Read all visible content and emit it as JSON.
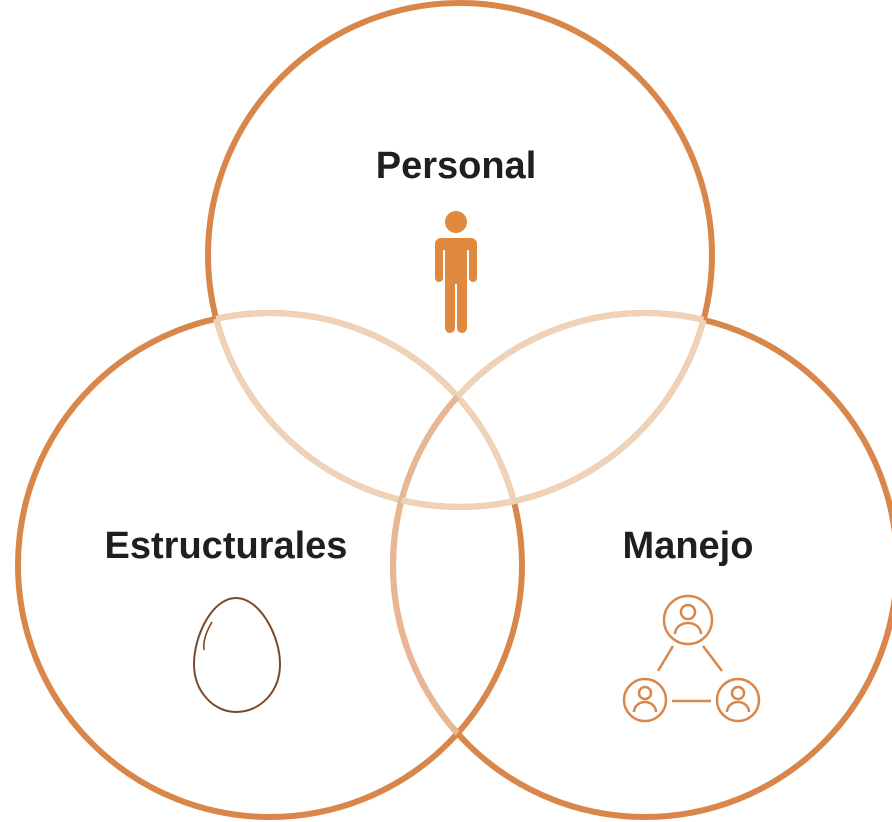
{
  "diagram": {
    "type": "venn",
    "accent_color": "#d9864a",
    "overlap_color": "#ecc8a8",
    "sets": [
      {
        "id": "personal",
        "label": "Personal",
        "icon": "person-icon"
      },
      {
        "id": "estructurales",
        "label": "Estructurales",
        "icon": "egg-icon"
      },
      {
        "id": "manejo",
        "label": "Manejo",
        "icon": "people-network-icon"
      }
    ]
  }
}
